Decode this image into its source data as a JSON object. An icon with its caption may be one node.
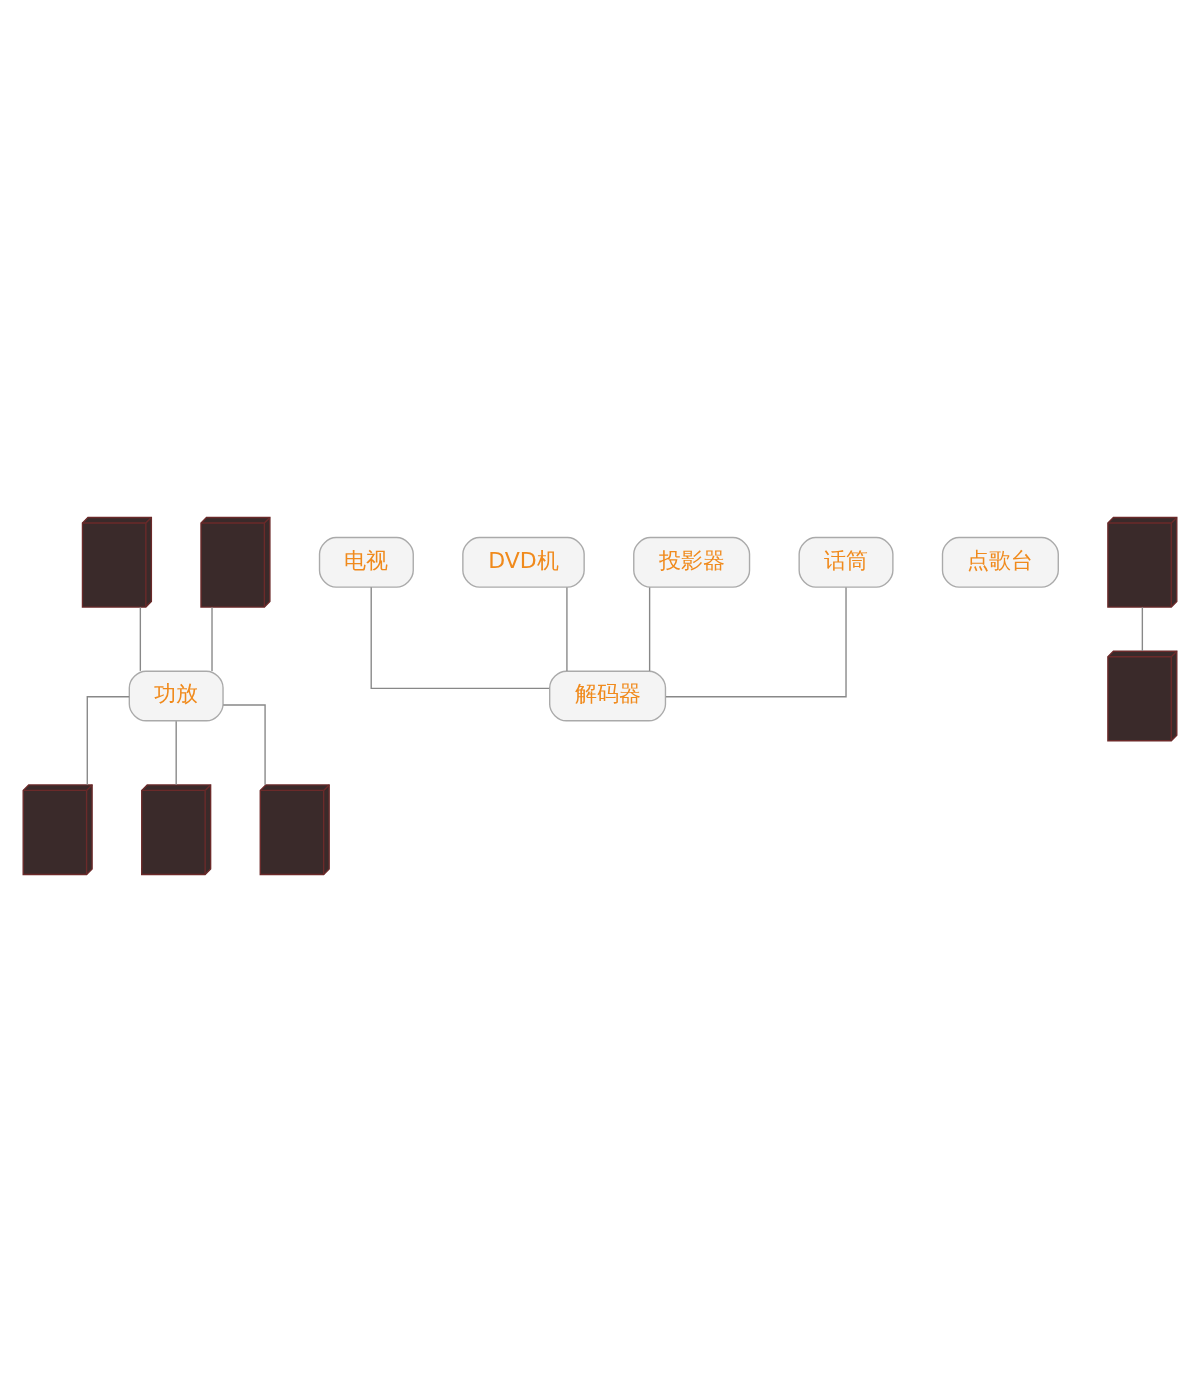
{
  "diagram": {
    "nodes": [
      {
        "text": [],
        "shape": "picture"
      },
      {
        "text": [
          "电视"
        ]
      },
      {
        "text": [],
        "shape": "picture"
      },
      {
        "text": [
          "点歌台"
        ]
      },
      {
        "text": [],
        "shape": "picture"
      },
      {
        "text": [
          "DVD机"
        ]
      },
      {
        "text": [
          "投影器"
        ]
      },
      {
        "text": [
          "话筒"
        ]
      },
      {
        "text": [
          "解码器"
        ]
      },
      {
        "text": [],
        "shape": "picture"
      },
      {
        "text": [
          "功放"
        ]
      },
      {
        "text": [],
        "shape": "picture"
      },
      {
        "text": [],
        "shape": "picture"
      },
      {
        "text": [],
        "shape": "picture"
      }
    ],
    "edges": [
      {
        "from": 1,
        "to": 8,
        "arrow": "none"
      },
      {
        "from": 5,
        "to": 8,
        "arrow": "none"
      },
      {
        "from": 7,
        "to": 8,
        "arrow": "none"
      },
      {
        "from": 6,
        "to": 8,
        "arrow": "none"
      },
      {
        "from": 4,
        "to": 9,
        "arrow": "none"
      },
      {
        "from": 0,
        "to": 10,
        "arrow": "none"
      },
      {
        "from": 2,
        "to": 10,
        "arrow": "none"
      },
      {
        "from": 10,
        "to": 11,
        "arrow": "none"
      },
      {
        "from": 10,
        "to": 12,
        "arrow": "none"
      },
      {
        "from": 10,
        "to": 13,
        "arrow": "none"
      }
    ]
  }
}
